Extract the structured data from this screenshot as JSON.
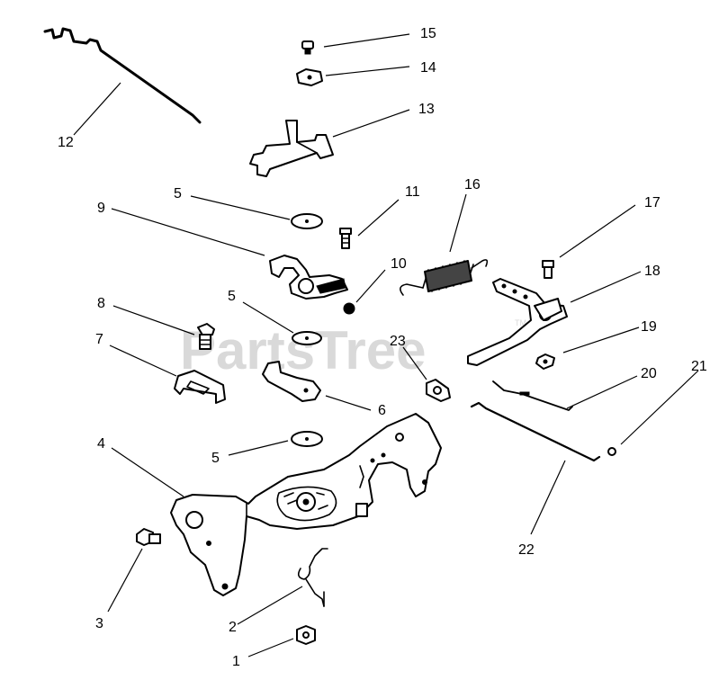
{
  "watermark": {
    "text": "PartsTree",
    "trademark": "TM"
  },
  "callouts": [
    {
      "id": "c15",
      "label": "15"
    },
    {
      "id": "c14",
      "label": "14"
    },
    {
      "id": "c13",
      "label": "13"
    },
    {
      "id": "c12",
      "label": "12"
    },
    {
      "id": "c16",
      "label": "16"
    },
    {
      "id": "c17",
      "label": "17"
    },
    {
      "id": "c5a",
      "label": "5"
    },
    {
      "id": "c11",
      "label": "11"
    },
    {
      "id": "c9",
      "label": "9"
    },
    {
      "id": "c10",
      "label": "10"
    },
    {
      "id": "c18",
      "label": "18"
    },
    {
      "id": "c8",
      "label": "8"
    },
    {
      "id": "c5b",
      "label": "5"
    },
    {
      "id": "c7",
      "label": "7"
    },
    {
      "id": "c23",
      "label": "23"
    },
    {
      "id": "c19",
      "label": "19"
    },
    {
      "id": "c21",
      "label": "21"
    },
    {
      "id": "c20",
      "label": "20"
    },
    {
      "id": "c6",
      "label": "6"
    },
    {
      "id": "c4",
      "label": "4"
    },
    {
      "id": "c5c",
      "label": "5"
    },
    {
      "id": "c22",
      "label": "22"
    },
    {
      "id": "c3",
      "label": "3"
    },
    {
      "id": "c2",
      "label": "2"
    },
    {
      "id": "c1",
      "label": "1"
    }
  ]
}
